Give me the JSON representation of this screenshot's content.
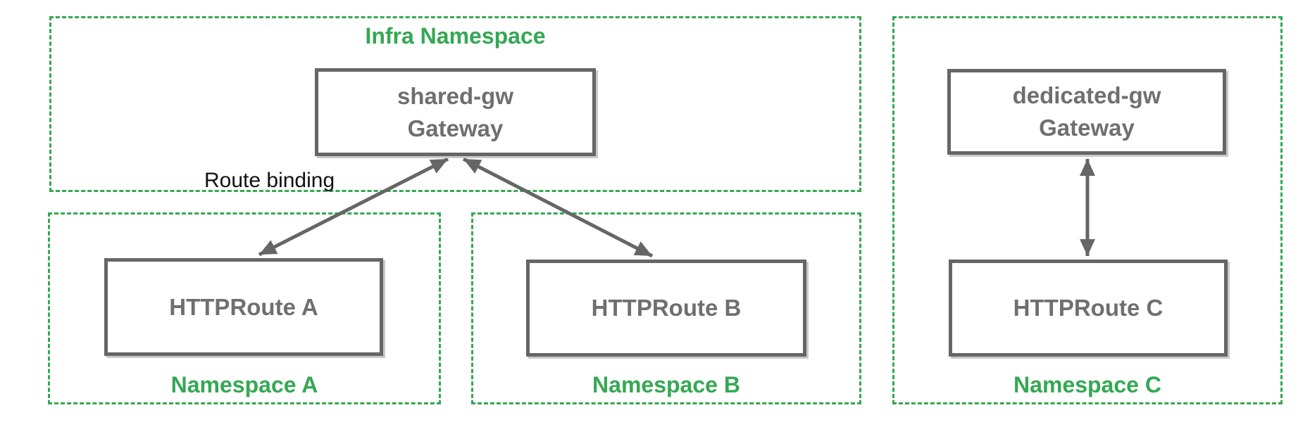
{
  "colors": {
    "accent_green": "#34a853",
    "box_gray": "#666666",
    "box_text": "#6f6f6f",
    "label_black": "#111111",
    "background": "#ffffff"
  },
  "diagram": {
    "annotation": {
      "route_binding_label": "Route binding"
    },
    "namespaces": [
      {
        "id": "infra",
        "label": "Infra Namespace",
        "label_position": "top"
      },
      {
        "id": "namespace-a",
        "label": "Namespace A",
        "label_position": "bottom"
      },
      {
        "id": "namespace-b",
        "label": "Namespace B",
        "label_position": "bottom"
      },
      {
        "id": "namespace-c",
        "label": "Namespace C",
        "label_position": "bottom"
      }
    ],
    "nodes": [
      {
        "id": "shared-gw",
        "title": "shared-gw",
        "subtitle": "Gateway",
        "namespace": "infra"
      },
      {
        "id": "httproute-a",
        "title": "HTTPRoute A",
        "namespace": "namespace-a"
      },
      {
        "id": "httproute-b",
        "title": "HTTPRoute B",
        "namespace": "namespace-b"
      },
      {
        "id": "dedicated-gw",
        "title": "dedicated-gw",
        "subtitle": "Gateway",
        "namespace": "namespace-c"
      },
      {
        "id": "httproute-c",
        "title": "HTTPRoute C",
        "namespace": "namespace-c"
      }
    ],
    "edges": [
      {
        "from": "httproute-a",
        "to": "shared-gw",
        "bidirectional": true,
        "meaning": "Route binding"
      },
      {
        "from": "httproute-b",
        "to": "shared-gw",
        "bidirectional": true,
        "meaning": "Route binding"
      },
      {
        "from": "httproute-c",
        "to": "dedicated-gw",
        "bidirectional": true,
        "meaning": "Route binding"
      }
    ]
  }
}
